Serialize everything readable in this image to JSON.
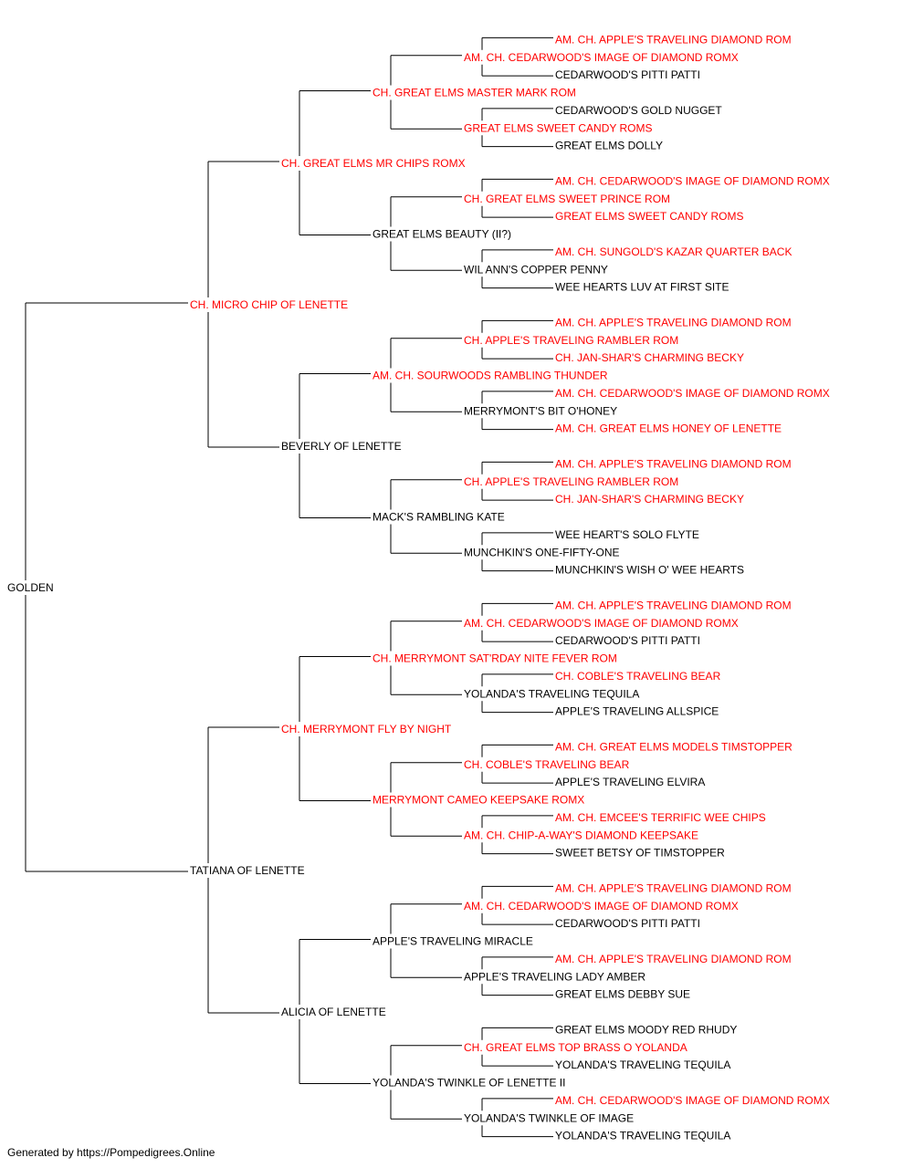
{
  "colors": {
    "champion": "#ff0000",
    "regular": "#000000",
    "line": "#000000"
  },
  "pedigree": {
    "name": "GOLDEN",
    "titled": false,
    "sire": {
      "name": "CH. MICRO CHIP OF LENETTE",
      "titled": true,
      "sire": {
        "name": "CH. GREAT ELMS MR CHIPS ROMX",
        "titled": true,
        "sire": {
          "name": "CH. GREAT ELMS MASTER MARK ROM",
          "titled": true,
          "sire": {
            "name": "AM. CH. CEDARWOOD'S IMAGE OF DIAMOND ROMX",
            "titled": true,
            "sire": {
              "name": "AM. CH. APPLE'S TRAVELING DIAMOND ROM",
              "titled": true
            },
            "dam": {
              "name": "CEDARWOOD'S PITTI PATTI",
              "titled": false
            }
          },
          "dam": {
            "name": "GREAT ELMS SWEET CANDY ROMS",
            "titled": true,
            "sire": {
              "name": "CEDARWOOD'S GOLD NUGGET",
              "titled": false
            },
            "dam": {
              "name": "GREAT ELMS DOLLY",
              "titled": false
            }
          }
        },
        "dam": {
          "name": "GREAT ELMS BEAUTY (II?)",
          "titled": false,
          "sire": {
            "name": "CH. GREAT ELMS SWEET PRINCE ROM",
            "titled": true,
            "sire": {
              "name": "AM. CH. CEDARWOOD'S IMAGE OF DIAMOND ROMX",
              "titled": true
            },
            "dam": {
              "name": "GREAT ELMS SWEET CANDY ROMS",
              "titled": true
            }
          },
          "dam": {
            "name": "WIL ANN'S COPPER PENNY",
            "titled": false,
            "sire": {
              "name": "AM. CH. SUNGOLD'S KAZAR QUARTER BACK",
              "titled": true
            },
            "dam": {
              "name": "WEE HEARTS LUV AT FIRST SITE",
              "titled": false
            }
          }
        }
      },
      "dam": {
        "name": "BEVERLY OF LENETTE",
        "titled": false,
        "sire": {
          "name": "AM. CH. SOURWOODS RAMBLING THUNDER",
          "titled": true,
          "sire": {
            "name": "CH. APPLE'S TRAVELING RAMBLER ROM",
            "titled": true,
            "sire": {
              "name": "AM. CH. APPLE'S TRAVELING DIAMOND ROM",
              "titled": true
            },
            "dam": {
              "name": "CH. JAN-SHAR'S CHARMING BECKY",
              "titled": true
            }
          },
          "dam": {
            "name": "MERRYMONT'S BIT O'HONEY",
            "titled": false,
            "sire": {
              "name": "AM. CH. CEDARWOOD'S IMAGE OF DIAMOND ROMX",
              "titled": true
            },
            "dam": {
              "name": "AM. CH. GREAT ELMS HONEY OF LENETTE",
              "titled": true
            }
          }
        },
        "dam": {
          "name": "MACK'S RAMBLING KATE",
          "titled": false,
          "sire": {
            "name": "CH. APPLE'S TRAVELING RAMBLER ROM",
            "titled": true,
            "sire": {
              "name": "AM. CH. APPLE'S TRAVELING DIAMOND ROM",
              "titled": true
            },
            "dam": {
              "name": "CH. JAN-SHAR'S CHARMING BECKY",
              "titled": true
            }
          },
          "dam": {
            "name": "MUNCHKIN'S ONE-FIFTY-ONE",
            "titled": false,
            "sire": {
              "name": "WEE HEART'S SOLO FLYTE",
              "titled": false
            },
            "dam": {
              "name": "MUNCHKIN'S WISH O' WEE HEARTS",
              "titled": false
            }
          }
        }
      }
    },
    "dam": {
      "name": "TATIANA OF LENETTE",
      "titled": false,
      "sire": {
        "name": "CH. MERRYMONT FLY BY NIGHT",
        "titled": true,
        "sire": {
          "name": "CH. MERRYMONT SAT'RDAY NITE FEVER ROM",
          "titled": true,
          "sire": {
            "name": "AM. CH. CEDARWOOD'S IMAGE OF DIAMOND ROMX",
            "titled": true,
            "sire": {
              "name": "AM. CH. APPLE'S TRAVELING DIAMOND ROM",
              "titled": true
            },
            "dam": {
              "name": "CEDARWOOD'S PITTI PATTI",
              "titled": false
            }
          },
          "dam": {
            "name": "YOLANDA'S TRAVELING TEQUILA",
            "titled": false,
            "sire": {
              "name": "CH. COBLE'S TRAVELING BEAR",
              "titled": true
            },
            "dam": {
              "name": "APPLE'S TRAVELING ALLSPICE",
              "titled": false
            }
          }
        },
        "dam": {
          "name": "MERRYMONT CAMEO KEEPSAKE ROMX",
          "titled": true,
          "sire": {
            "name": "CH. COBLE'S TRAVELING BEAR",
            "titled": true,
            "sire": {
              "name": "AM. CH. GREAT ELMS MODELS TIMSTOPPER",
              "titled": true
            },
            "dam": {
              "name": "APPLE'S TRAVELING ELVIRA",
              "titled": false
            }
          },
          "dam": {
            "name": "AM. CH. CHIP-A-WAY'S DIAMOND KEEPSAKE",
            "titled": true,
            "sire": {
              "name": "AM. CH. EMCEE'S TERRIFIC WEE CHIPS",
              "titled": true
            },
            "dam": {
              "name": "SWEET BETSY OF TIMSTOPPER",
              "titled": false
            }
          }
        }
      },
      "dam": {
        "name": "ALICIA OF LENETTE",
        "titled": false,
        "sire": {
          "name": "APPLE'S TRAVELING MIRACLE",
          "titled": false,
          "sire": {
            "name": "AM. CH. CEDARWOOD'S IMAGE OF DIAMOND ROMX",
            "titled": true,
            "sire": {
              "name": "AM. CH. APPLE'S TRAVELING DIAMOND ROM",
              "titled": true
            },
            "dam": {
              "name": "CEDARWOOD'S PITTI PATTI",
              "titled": false
            }
          },
          "dam": {
            "name": "APPLE'S TRAVELING LADY AMBER",
            "titled": false,
            "sire": {
              "name": "AM. CH. APPLE'S TRAVELING DIAMOND ROM",
              "titled": true
            },
            "dam": {
              "name": "GREAT ELMS DEBBY SUE",
              "titled": false
            }
          }
        },
        "dam": {
          "name": "YOLANDA'S TWINKLE OF LENETTE II",
          "titled": false,
          "sire": {
            "name": "CH. GREAT ELMS TOP BRASS O YOLANDA",
            "titled": true,
            "sire": {
              "name": "GREAT ELMS MOODY RED RHUDY",
              "titled": false
            },
            "dam": {
              "name": "YOLANDA'S TRAVELING TEQUILA",
              "titled": false
            }
          },
          "dam": {
            "name": "YOLANDA'S TWINKLE OF IMAGE",
            "titled": false,
            "sire": {
              "name": "AM. CH. CEDARWOOD'S IMAGE OF DIAMOND ROMX",
              "titled": true
            },
            "dam": {
              "name": "YOLANDA'S TRAVELING TEQUILA",
              "titled": false
            }
          }
        }
      }
    }
  },
  "footer": {
    "text": "Generated by https://Pompedigrees.Online"
  }
}
